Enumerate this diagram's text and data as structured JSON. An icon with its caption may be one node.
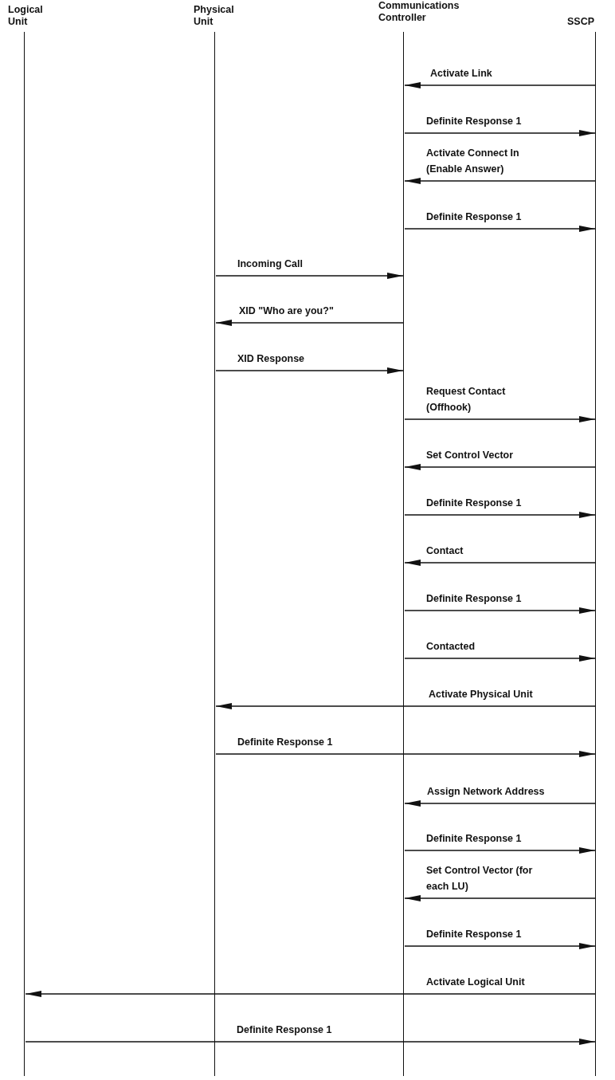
{
  "diagram": {
    "nodes": [
      {
        "text": [
          "Logical Unit"
        ]
      },
      {
        "text": [
          "Physical Unit"
        ]
      },
      {
        "text": [
          "Communications Controller"
        ]
      },
      {
        "text": [
          "SSCP"
        ]
      }
    ],
    "edges": [
      {
        "from": 3,
        "to": 2,
        "arrow": "to",
        "label": "Activate Link"
      },
      {
        "from": 2,
        "to": 3,
        "arrow": "to",
        "label": "Definite Response 1"
      },
      {
        "from": 3,
        "to": 2,
        "arrow": "to",
        "label": "Activate Connect In (Enable Answer)"
      },
      {
        "from": 2,
        "to": 3,
        "arrow": "to",
        "label": "Definite Response 1"
      },
      {
        "from": 1,
        "to": 2,
        "arrow": "to",
        "label": "Incoming Call"
      },
      {
        "from": 2,
        "to": 1,
        "arrow": "to",
        "label": "XID \"Who are you?\""
      },
      {
        "from": 1,
        "to": 2,
        "arrow": "to",
        "label": "XID Response"
      },
      {
        "from": 2,
        "to": 3,
        "arrow": "to",
        "label": "Request Contact (Offhook)"
      },
      {
        "from": 3,
        "to": 2,
        "arrow": "to",
        "label": "Set Control Vector"
      },
      {
        "from": 2,
        "to": 3,
        "arrow": "to",
        "label": "Definite Response 1"
      },
      {
        "from": 3,
        "to": 2,
        "arrow": "to",
        "label": "Contact"
      },
      {
        "from": 2,
        "to": 3,
        "arrow": "to",
        "label": "Definite Response 1"
      },
      {
        "from": 2,
        "to": 3,
        "arrow": "to",
        "label": "Contacted"
      },
      {
        "from": 3,
        "to": 1,
        "arrow": "to",
        "label": "Activate Physical Unit"
      },
      {
        "from": 1,
        "to": 3,
        "arrow": "to",
        "label": "Definite Response 1"
      },
      {
        "from": 3,
        "to": 2,
        "arrow": "to",
        "label": "Assign Network Address"
      },
      {
        "from": 2,
        "to": 3,
        "arrow": "to",
        "label": "Definite Response 1"
      },
      {
        "from": 3,
        "to": 2,
        "arrow": "to",
        "label": "Set Control Vector (for each LU)"
      },
      {
        "from": 2,
        "to": 3,
        "arrow": "to",
        "label": "Definite Response 1"
      },
      {
        "from": 3,
        "to": 0,
        "arrow": "to",
        "label": "Activate Logical Unit"
      },
      {
        "from": 0,
        "to": 3,
        "arrow": "to",
        "label": "Definite Response 1"
      }
    ]
  }
}
